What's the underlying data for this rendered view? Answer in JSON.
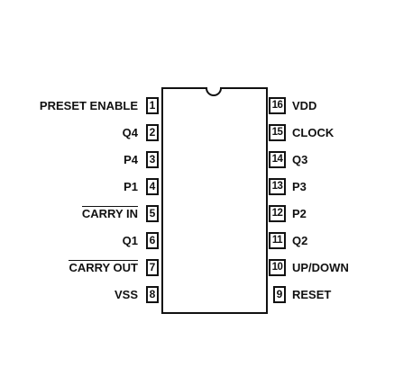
{
  "diagram": {
    "left_pins": [
      {
        "number": "1",
        "label": "PRESET ENABLE",
        "overline": false
      },
      {
        "number": "2",
        "label": "Q4",
        "overline": false
      },
      {
        "number": "3",
        "label": "P4",
        "overline": false
      },
      {
        "number": "4",
        "label": "P1",
        "overline": false
      },
      {
        "number": "5",
        "label": "CARRY IN",
        "overline": true
      },
      {
        "number": "6",
        "label": "Q1",
        "overline": false
      },
      {
        "number": "7",
        "label": "CARRY OUT",
        "overline": true
      },
      {
        "number": "8",
        "label": "VSS",
        "overline": false
      }
    ],
    "right_pins": [
      {
        "number": "16",
        "label": "VDD",
        "overline": false
      },
      {
        "number": "15",
        "label": "CLOCK",
        "overline": false
      },
      {
        "number": "14",
        "label": "Q3",
        "overline": false
      },
      {
        "number": "13",
        "label": "P3",
        "overline": false
      },
      {
        "number": "12",
        "label": "P2",
        "overline": false
      },
      {
        "number": "11",
        "label": "Q2",
        "overline": false
      },
      {
        "number": "10",
        "label": "UP/DOWN",
        "overline": false
      },
      {
        "number": "9",
        "label": "RESET",
        "overline": false
      }
    ]
  }
}
